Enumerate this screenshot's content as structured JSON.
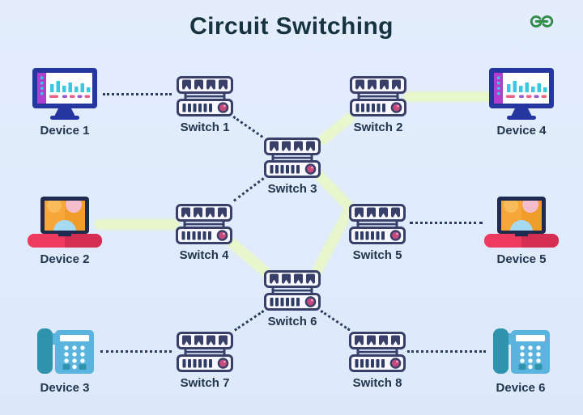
{
  "title": "Circuit Switching",
  "brand": {
    "logo_name": "geeksforgeeks-logo",
    "logo_color": "#2f8d46"
  },
  "palette": {
    "background": "#dfeafb",
    "title_text": "#16333f",
    "label_text": "#21354d",
    "dotted_link": "#2b3c5e",
    "circuit_highlight": "#e9f8c8",
    "switch_outline": "#38406a",
    "switch_body": "#f7f7fd",
    "switch_button": "#c64a7b",
    "monitor_frame": "#2636a0",
    "laptop_screen": "#f7a73a",
    "laptop_base": "#ee3a5f",
    "phone_body": "#5ab4dd"
  },
  "devices": [
    {
      "label": "Device 1",
      "icon": "desktop-monitor"
    },
    {
      "label": "Device 2",
      "icon": "laptop"
    },
    {
      "label": "Device 3",
      "icon": "telephone"
    },
    {
      "label": "Device 4",
      "icon": "desktop-monitor"
    },
    {
      "label": "Device 5",
      "icon": "laptop"
    },
    {
      "label": "Device 6",
      "icon": "telephone"
    }
  ],
  "switches": [
    {
      "label": "Switch 1"
    },
    {
      "label": "Switch 2"
    },
    {
      "label": "Switch 3"
    },
    {
      "label": "Switch 4"
    },
    {
      "label": "Switch 5"
    },
    {
      "label": "Switch 6"
    },
    {
      "label": "Switch 7"
    },
    {
      "label": "Switch 8"
    }
  ],
  "links": {
    "dotted_idle": [
      [
        "Device 1",
        "Switch 1"
      ],
      [
        "Switch 1",
        "Switch 3"
      ],
      [
        "Switch 3",
        "Switch 4"
      ],
      [
        "Switch 5",
        "Device 5"
      ],
      [
        "Switch 6",
        "Switch 7"
      ],
      [
        "Switch 6",
        "Switch 8"
      ],
      [
        "Device 3",
        "Switch 7"
      ],
      [
        "Switch 8",
        "Device 6"
      ]
    ],
    "highlighted_circuit": [
      [
        "Device 2",
        "Switch 4"
      ],
      [
        "Switch 4",
        "Switch 6"
      ],
      [
        "Switch 6",
        "Switch 5"
      ],
      [
        "Switch 5",
        "Switch 3"
      ],
      [
        "Switch 3",
        "Switch 2"
      ],
      [
        "Switch 2",
        "Device 4"
      ]
    ]
  }
}
